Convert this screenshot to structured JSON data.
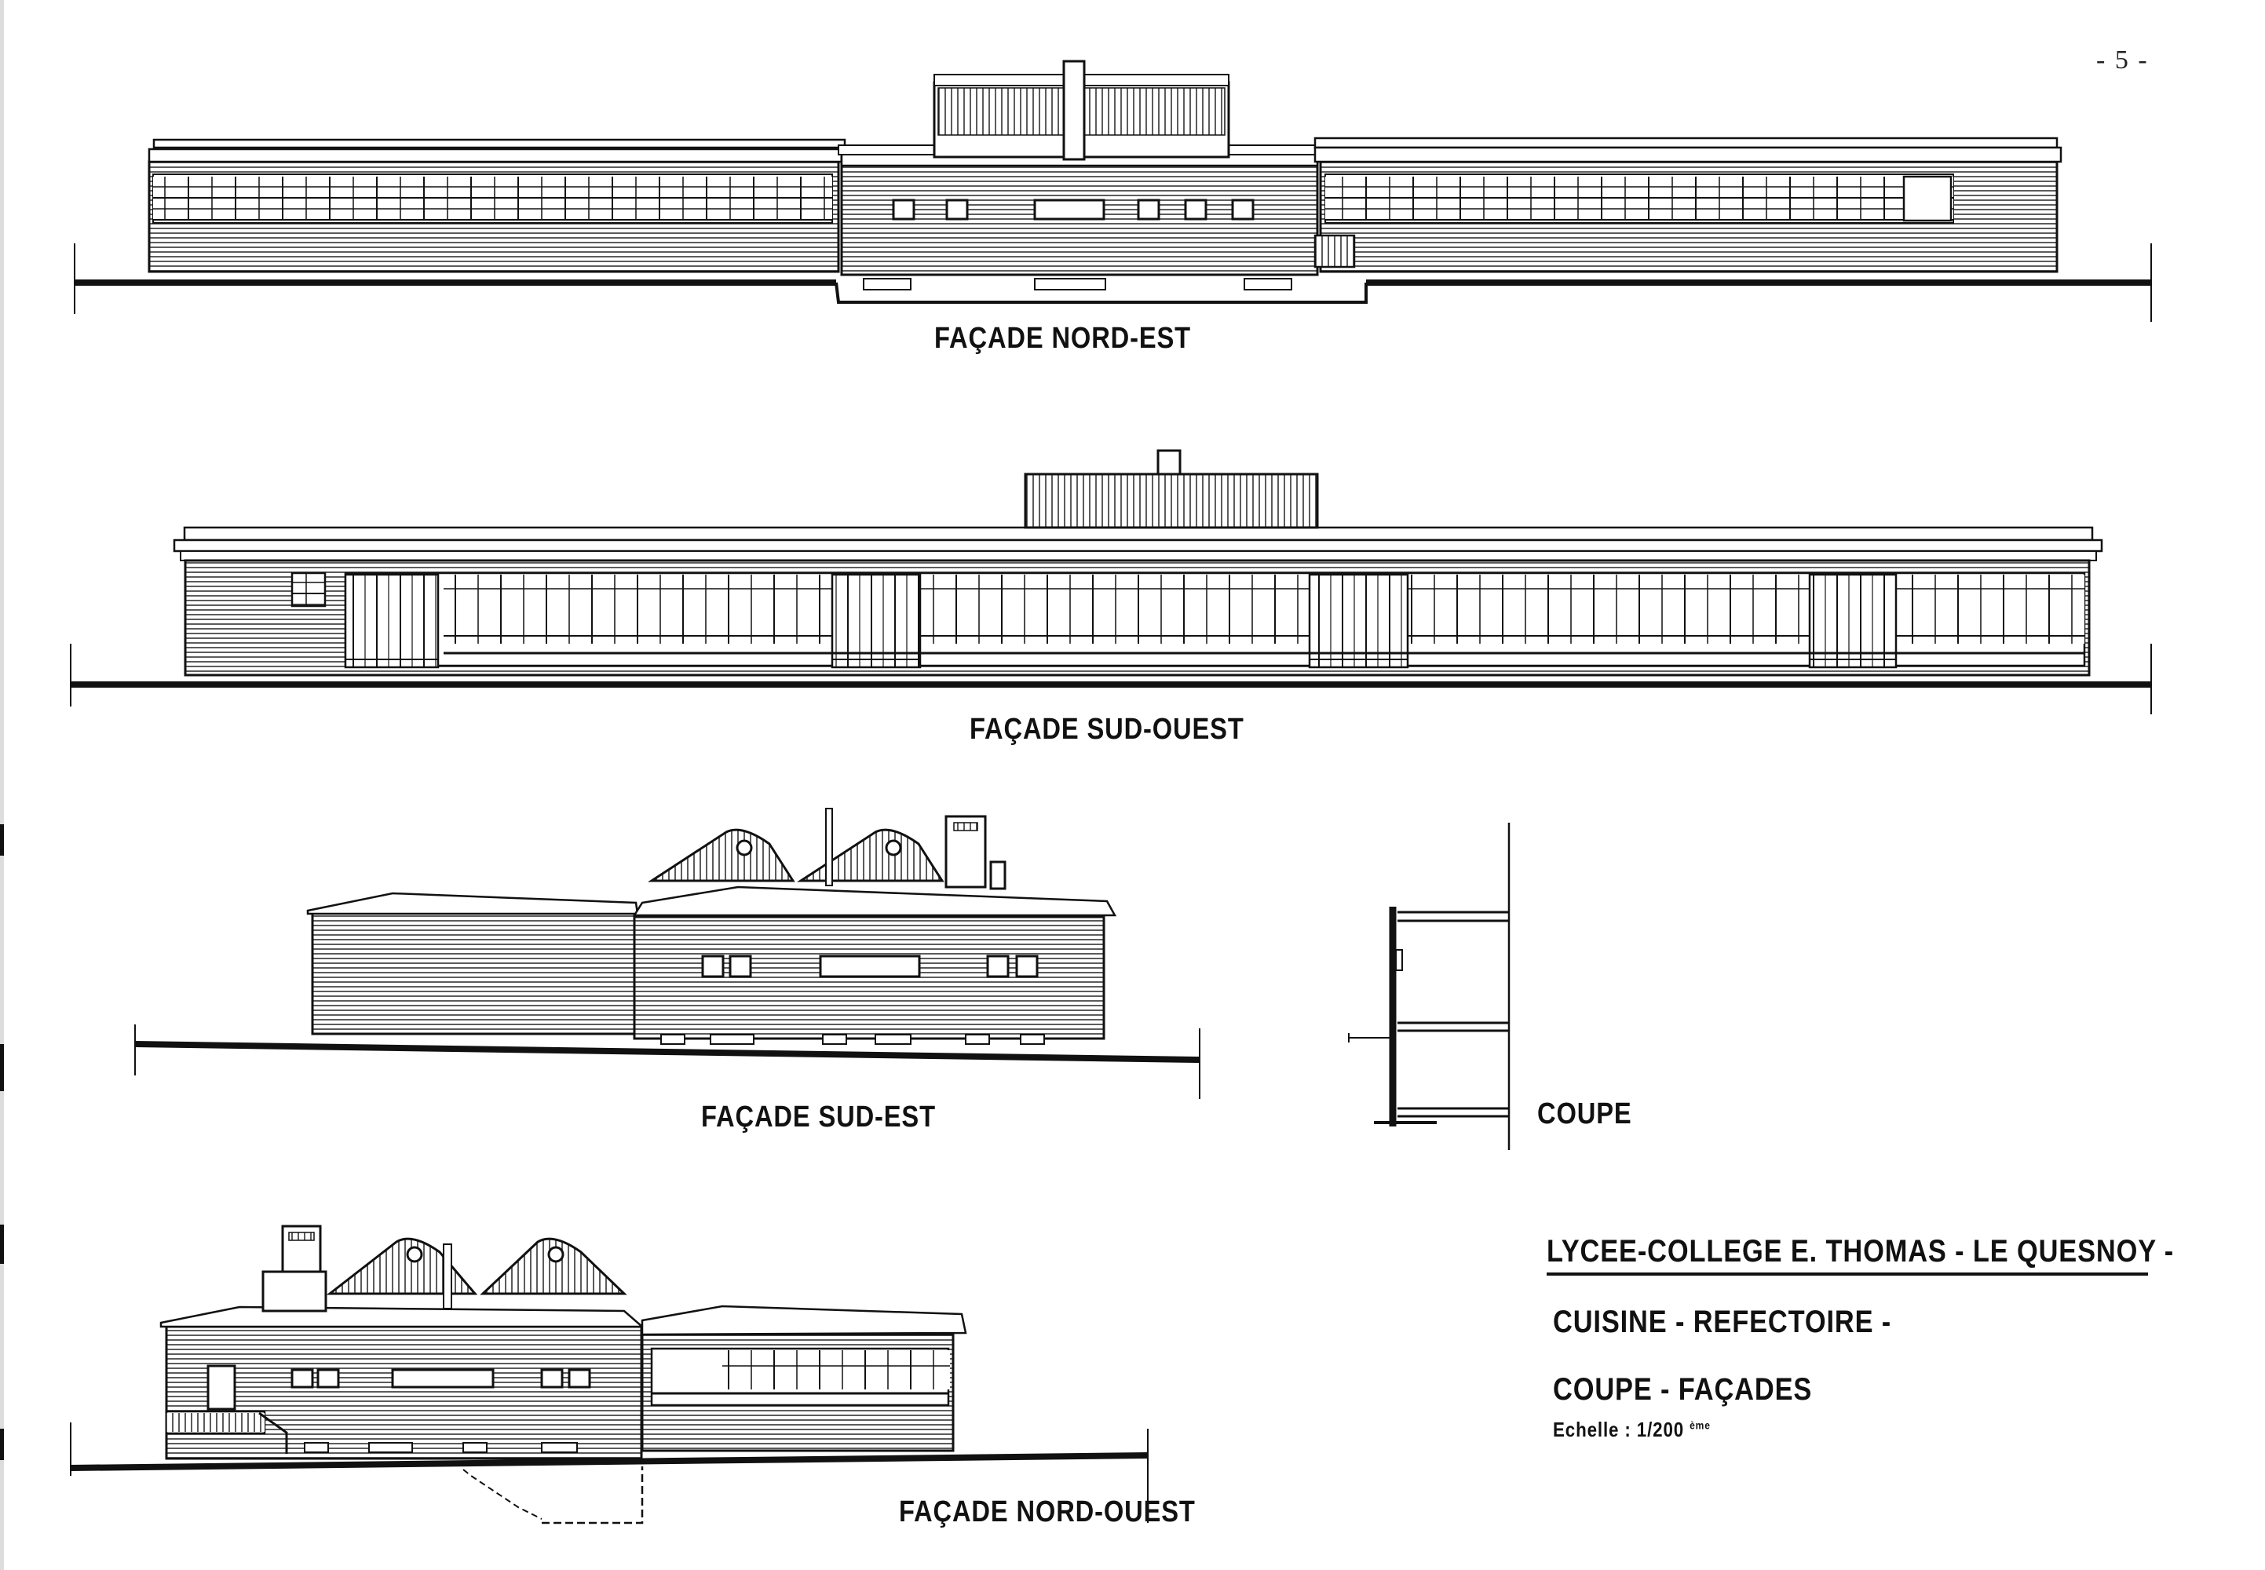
{
  "page_number": "- 5 -",
  "facades": {
    "north_east": "FAÇADE NORD-EST",
    "south_west": "FAÇADE SUD-OUEST",
    "south_east": "FAÇADE SUD-EST",
    "north_west": "FAÇADE NORD-OUEST"
  },
  "section": "COUPE",
  "title_block": {
    "school": "LYCEE-COLLEGE E. THOMAS - LE QUESNOY -",
    "building": "CUISINE - REFECTOIRE -",
    "sheet": "COUPE - FAÇADES",
    "scale_label": "Echelle : 1/200",
    "scale_suffix": "ème"
  },
  "colors": {
    "ink": "#111111",
    "paper": "#ffffff"
  }
}
